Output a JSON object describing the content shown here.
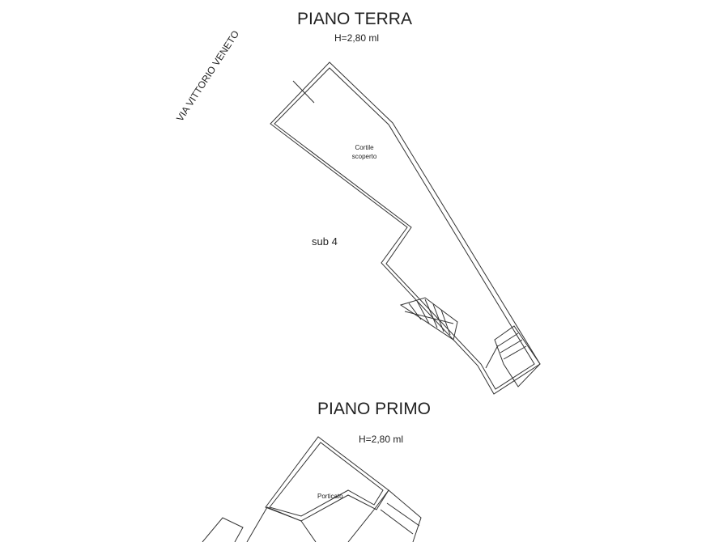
{
  "ground_floor": {
    "title": "PIANO  TERRA",
    "height": "H=2,80 ml",
    "street": "VIA VITTORIO VENETO",
    "courtyard": "Cortile scoperto",
    "unit": "sub 4"
  },
  "first_floor": {
    "title": "PIANO  PRIMO",
    "height": "H=2,80 ml",
    "room": "Porticato"
  },
  "colors": {
    "line": "#333333",
    "background": "#ffffff"
  }
}
